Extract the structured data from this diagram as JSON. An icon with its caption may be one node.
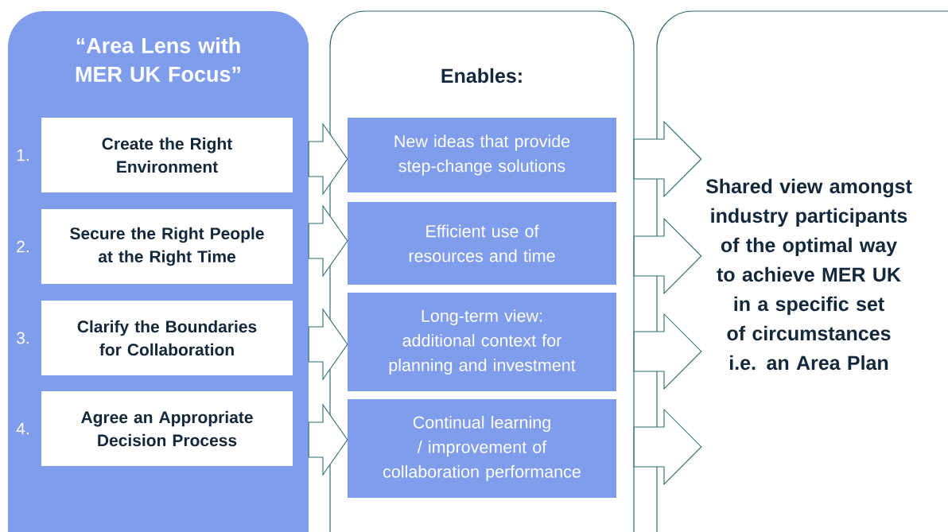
{
  "diagram": {
    "nodes": [
      {
        "text": [
          "“Area Lens with MER UK Focus”"
        ]
      },
      {
        "text": [
          "Create the Right Environment"
        ],
        "in": 0,
        "beside": [
          "1."
        ]
      },
      {
        "text": [
          "Secure the Right People at the Right Time"
        ],
        "in": 0,
        "beside": [
          "2."
        ]
      },
      {
        "text": [
          "Clarify the Boundaries for Collaboration"
        ],
        "in": 0,
        "beside": [
          "3."
        ]
      },
      {
        "text": [
          "Agree an Appropriate Decision Process"
        ],
        "in": 0,
        "beside": [
          "4."
        ]
      },
      {
        "text": [
          "Enables:"
        ]
      },
      {
        "text": [
          "New ideas that provide step-change solutions"
        ],
        "in": 5
      },
      {
        "text": [
          "Efficient use of resources and time"
        ],
        "in": 5
      },
      {
        "text": [
          "Long-term view: additional context for planning and investment"
        ],
        "in": 5
      },
      {
        "text": [
          "Continual learning / improvement of collaboration performance"
        ],
        "in": 5
      },
      {
        "text": [
          "Shared view amongst industry participants of the optimal way to achieve MER UK in a specific set of circumstances i.e. an Area Plan"
        ]
      }
    ],
    "edges": [
      {
        "from": 1,
        "to": 6,
        "arrow": "to"
      },
      {
        "from": 2,
        "to": 7,
        "arrow": "to"
      },
      {
        "from": 3,
        "to": 8,
        "arrow": "to"
      },
      {
        "from": 4,
        "to": 9,
        "arrow": "to"
      },
      {
        "from": 6,
        "to": 10,
        "arrow": "to"
      },
      {
        "from": 7,
        "to": 10,
        "arrow": "to"
      },
      {
        "from": 8,
        "to": 10,
        "arrow": "to"
      },
      {
        "from": 9,
        "to": 10,
        "arrow": "to"
      }
    ]
  }
}
